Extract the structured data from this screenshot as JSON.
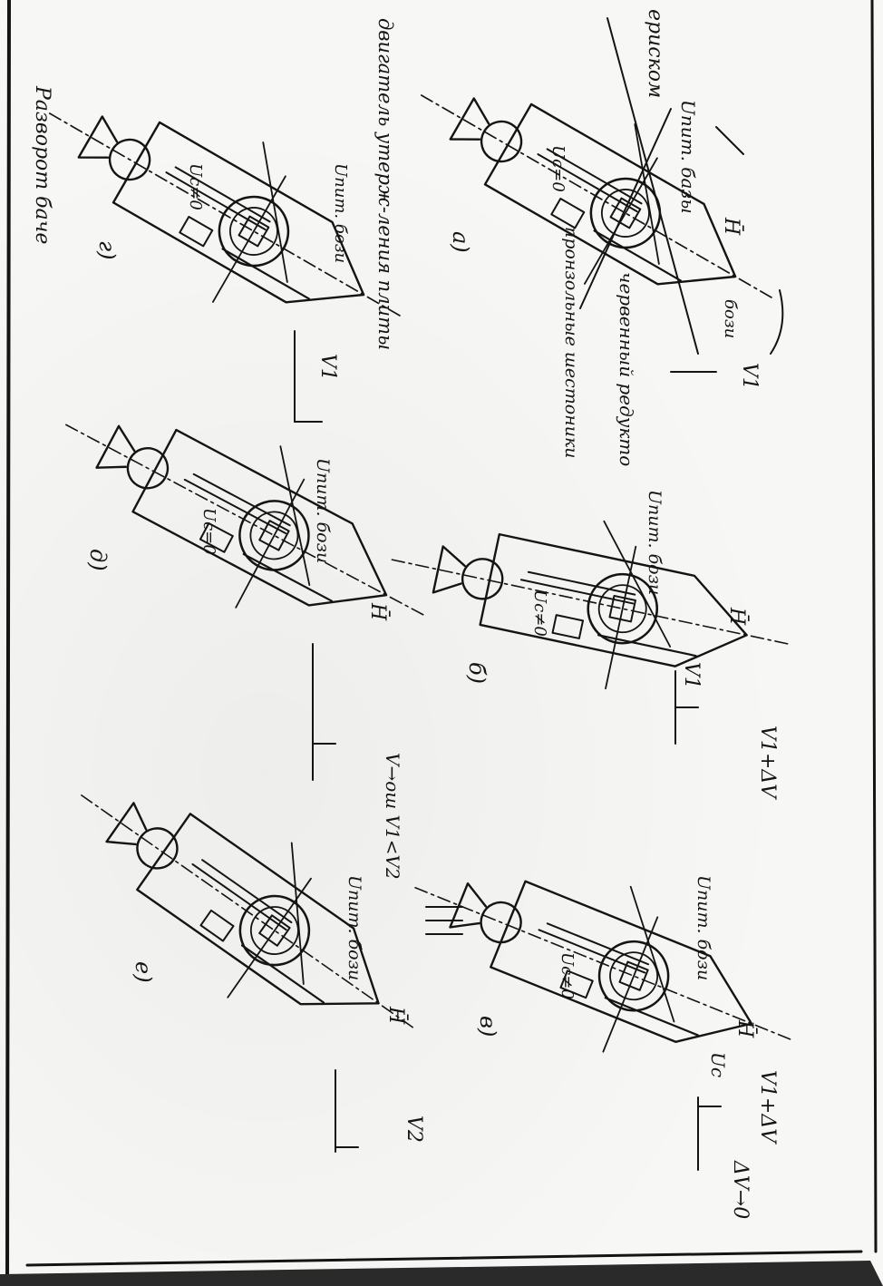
{
  "colors": {
    "ink": "#141414",
    "paper": "#f7f7f5",
    "border": "#1a1a1a"
  },
  "labels": {
    "rotation_caption": "Разворот баче",
    "periscope": "ериском",
    "u_pit_baz": "Uпит. базы",
    "u_pit_bozi": "Uпит. бози",
    "tracking_drive": "двигатель утерж-ления плиты",
    "worm_reducer": "червенный редукто",
    "strip_electrodes": "пронзольные шестоники",
    "uc_zero": "Uc=0",
    "uc_nonzero": "Uc≠0",
    "h_vec": "H̄",
    "v1": "V1",
    "v2": "V2",
    "uc": "Uc",
    "v1_plus_dv": "V1+ΔV",
    "v_cond": "V→ош V1<V2",
    "v1_dv_b": "V1+ΔV",
    "dv_to_zero": "ΔV→0"
  },
  "panel_letters": {
    "a": "а)",
    "b": "б)",
    "v": "в)",
    "g": "г)",
    "d": "д)",
    "e": "е)"
  }
}
